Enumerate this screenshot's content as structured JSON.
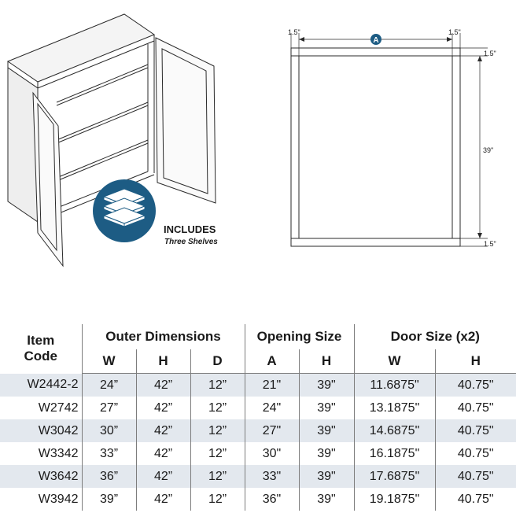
{
  "badge": {
    "title": "INCLUDES",
    "subtitle": "Three Shelves"
  },
  "diagram": {
    "label_a": "A",
    "stile_left": "1.5\"",
    "stile_right": "1.5\"",
    "rail_top": "1.5\"",
    "height": "39\"",
    "rail_bottom": "1.5\""
  },
  "colors": {
    "badge_blue": "#1d5c84",
    "row_stripe": "#e3e8ee",
    "grid_line": "#7d7d7d"
  },
  "table": {
    "header": {
      "item_code_line1": "Item",
      "item_code_line2": "Code",
      "outer": "Outer Dimensions",
      "opening": "Opening Size",
      "door": "Door Size (x2)",
      "sub": [
        "W",
        "H",
        "D",
        "A",
        "H",
        "W",
        "H"
      ]
    },
    "rows": [
      [
        "W2442-2",
        "24”",
        "42”",
        "12”",
        "21\"",
        "39\"",
        "11.6875\"",
        "40.75\""
      ],
      [
        "W2742",
        "27”",
        "42”",
        "12”",
        "24\"",
        "39\"",
        "13.1875\"",
        "40.75\""
      ],
      [
        "W3042",
        "30”",
        "42”",
        "12”",
        "27\"",
        "39\"",
        "14.6875\"",
        "40.75\""
      ],
      [
        "W3342",
        "33”",
        "42”",
        "12”",
        "30\"",
        "39\"",
        "16.1875\"",
        "40.75\""
      ],
      [
        "W3642",
        "36”",
        "42”",
        "12”",
        "33\"",
        "39\"",
        "17.6875\"",
        "40.75\""
      ],
      [
        "W3942",
        "39”",
        "42”",
        "12”",
        "36\"",
        "39\"",
        "19.1875\"",
        "40.75\""
      ]
    ]
  }
}
